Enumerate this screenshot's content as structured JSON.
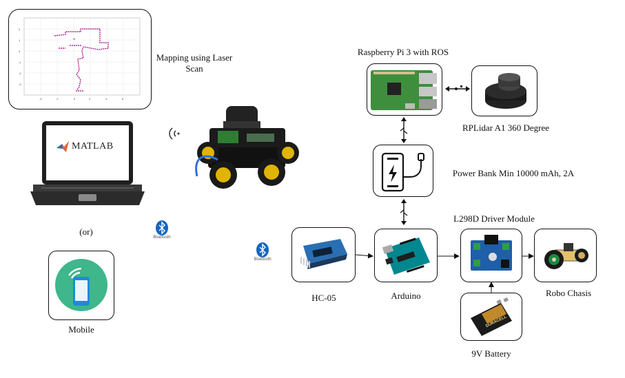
{
  "labels": {
    "mapping": "Mapping  using Laser Scan",
    "or": "(or)",
    "mobile": "Mobile",
    "raspberry": "Raspberry Pi 3 with ROS",
    "rplidar": "RPLidar A1 360 Degree",
    "powerbank": "Power Bank Min 10000 mAh, 2A",
    "l298d": "L298D Driver Module",
    "hc05": "HC-05",
    "arduino": "Arduino",
    "robo_chasis": "Robo Chasis",
    "battery": "9V Battery",
    "matlab": "MATLAB",
    "bluetooth": "Bluetooth",
    "battery_brand": "DURACELL"
  },
  "colors": {
    "bluetooth_blue": "#1565c0",
    "arduino_teal": "#00878f",
    "pcb_green": "#2e7d32",
    "mobile_green": "#3fb68b",
    "matlab_orange": "#e16737",
    "map_magenta": "#b0238e"
  },
  "icons": [
    "wifi-signal-icon",
    "bluetooth-icon",
    "usb-icon",
    "battery-icon",
    "phone-icon",
    "matlab-logo-icon"
  ]
}
